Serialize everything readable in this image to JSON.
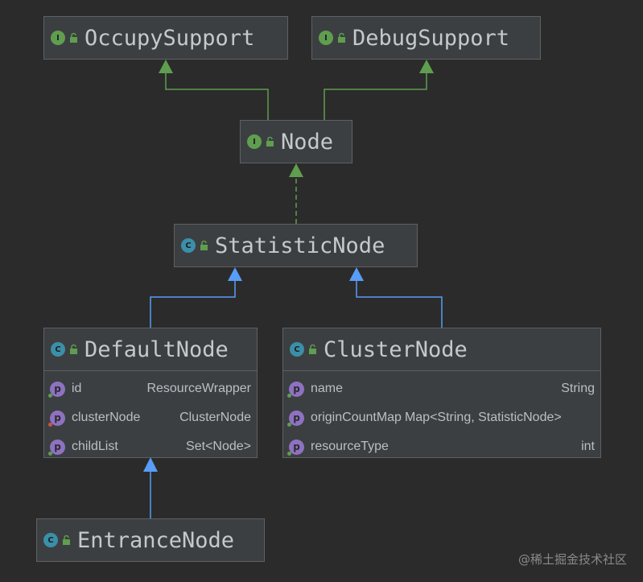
{
  "colors": {
    "background": "#2b2b2b",
    "node_fill": "#3c3f41",
    "node_border": "#5e6163",
    "interface_arrow": "#5f9e4f",
    "class_arrow": "#589df6",
    "interface_icon": "#5f9e4f",
    "class_icon": "#3b8fa8",
    "property_icon": "#8e72c1"
  },
  "nodes": {
    "occupy_support": {
      "kind": "interface",
      "kind_letter": "I",
      "name": "OccupySupport"
    },
    "debug_support": {
      "kind": "interface",
      "kind_letter": "I",
      "name": "DebugSupport"
    },
    "node": {
      "kind": "interface",
      "kind_letter": "I",
      "name": "Node"
    },
    "statistic_node": {
      "kind": "class",
      "kind_letter": "C",
      "name": "StatisticNode"
    },
    "default_node": {
      "kind": "class",
      "kind_letter": "C",
      "name": "DefaultNode",
      "fields": [
        {
          "icon": "p",
          "name": "id",
          "type": "ResourceWrapper"
        },
        {
          "icon": "p",
          "name": "clusterNode",
          "type": "ClusterNode"
        },
        {
          "icon": "p",
          "name": "childList",
          "type": "Set<Node>"
        }
      ]
    },
    "cluster_node": {
      "kind": "class",
      "kind_letter": "C",
      "name": "ClusterNode",
      "fields": [
        {
          "icon": "p",
          "name": "name",
          "type": "String"
        },
        {
          "icon": "p",
          "name": "originCountMap",
          "type": "Map<String, StatisticNode>"
        },
        {
          "icon": "p",
          "name": "resourceType",
          "type": "int"
        }
      ]
    },
    "entrance_node": {
      "kind": "class",
      "kind_letter": "C",
      "name": "EntranceNode"
    }
  },
  "relations": [
    {
      "from": "Node",
      "to": "OccupySupport",
      "type": "extends",
      "line": "solid"
    },
    {
      "from": "Node",
      "to": "DebugSupport",
      "type": "extends",
      "line": "solid"
    },
    {
      "from": "StatisticNode",
      "to": "Node",
      "type": "implements",
      "line": "dashed"
    },
    {
      "from": "DefaultNode",
      "to": "StatisticNode",
      "type": "extends",
      "line": "solid"
    },
    {
      "from": "ClusterNode",
      "to": "StatisticNode",
      "type": "extends",
      "line": "solid"
    },
    {
      "from": "EntranceNode",
      "to": "DefaultNode",
      "type": "extends",
      "line": "solid"
    }
  ],
  "watermark": "@稀土掘金技术社区"
}
